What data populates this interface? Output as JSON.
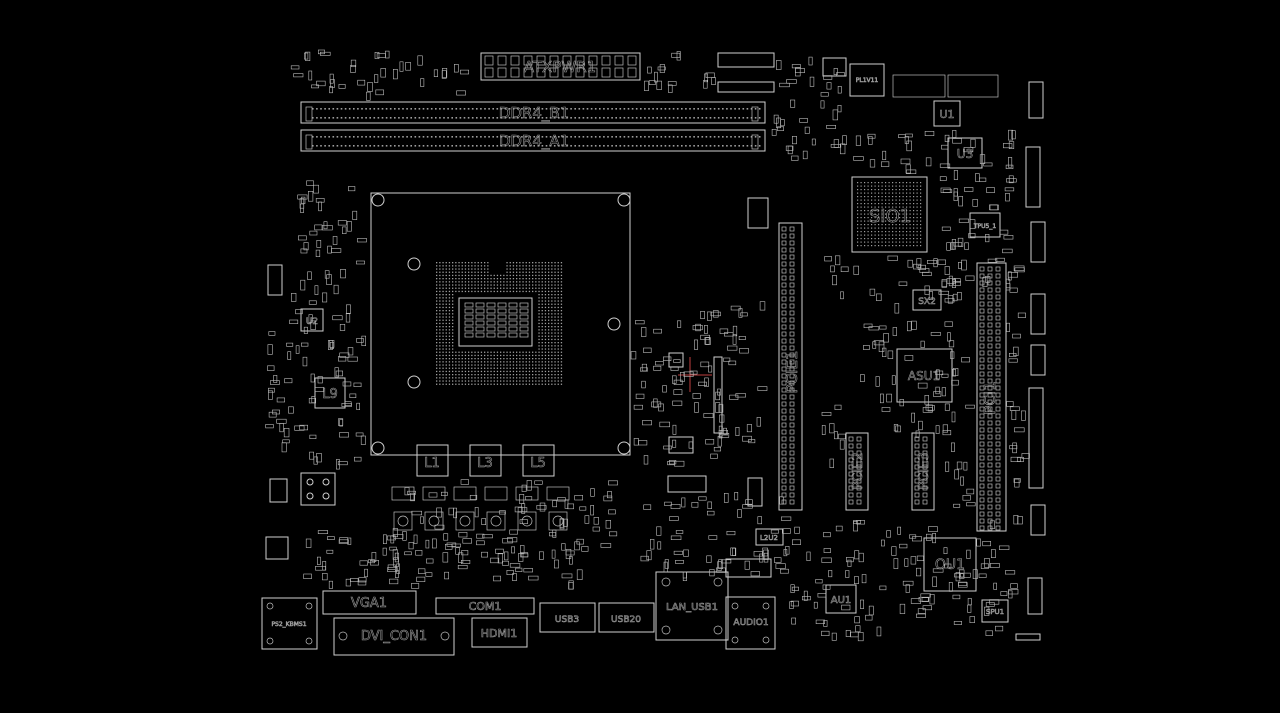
{
  "colors": {
    "background": "#000000",
    "outline": "#cfcfcf",
    "pad": "#bdbdbd",
    "marker": "#c04040"
  },
  "labels": {
    "atxpwr": "ATXPWR1",
    "ddr4_b1": "DDR4_B1",
    "ddr4_a1": "DDR4_A1",
    "pl1v11": "PL1V11",
    "u1": "U1",
    "u3": "U3",
    "sio1": "SIO1",
    "tpu": "TPU5_1",
    "sx2": "SX2",
    "u2": "U2",
    "l9": "L9",
    "l1": "L1",
    "l3": "L3",
    "l5": "L5",
    "pcie1": "PCIE1",
    "asu1": "ASU1",
    "pci1": "PCI1",
    "pcie2": "PCIE2",
    "pcie3": "PCIE3",
    "l2u2": "L2U2",
    "ou1": "OU1",
    "au1": "AU1",
    "spu1": "SPU1",
    "ps2": "PS2_KBMS1",
    "vga1": "VGA1",
    "dvi": "DVI_CON1",
    "com1": "COM1",
    "hdmi1": "HDMI1",
    "usb3": "USB3",
    "usb20": "USB20",
    "lanusb": "LAN_USB1",
    "audio1": "AUDIO1"
  }
}
